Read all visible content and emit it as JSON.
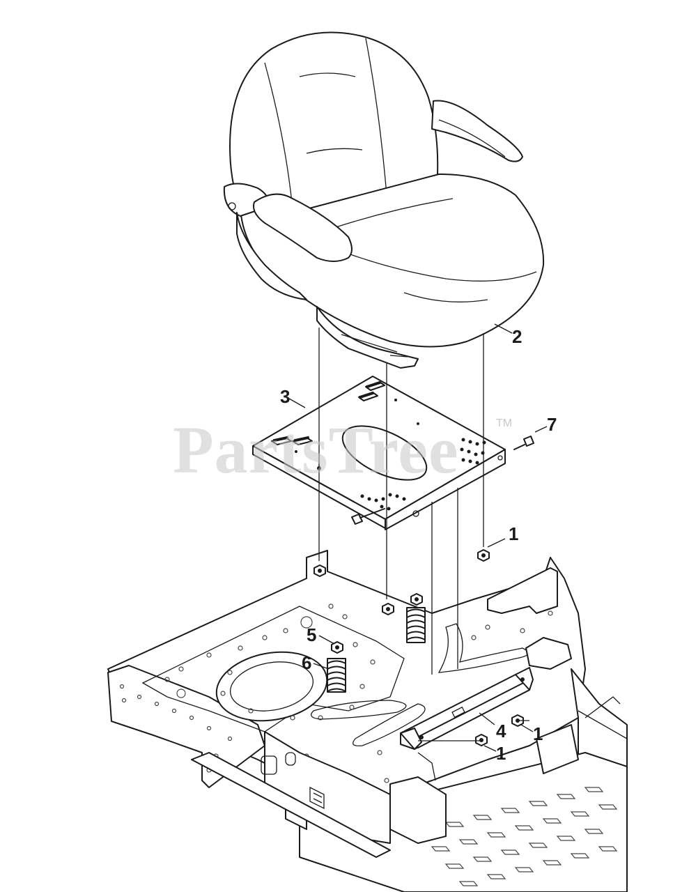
{
  "watermark": {
    "text": "PartsTree",
    "trademark": "TM"
  },
  "callouts": [
    {
      "id": "c1a",
      "label": "1"
    },
    {
      "id": "c1b",
      "label": "1"
    },
    {
      "id": "c1c",
      "label": "1"
    },
    {
      "id": "c2",
      "label": "2"
    },
    {
      "id": "c3",
      "label": "3"
    },
    {
      "id": "c4",
      "label": "4"
    },
    {
      "id": "c5",
      "label": "5"
    },
    {
      "id": "c6",
      "label": "6"
    },
    {
      "id": "c7",
      "label": "7"
    }
  ],
  "parts": [
    {
      "ref": "1",
      "name": "nut"
    },
    {
      "ref": "2",
      "name": "seat"
    },
    {
      "ref": "3",
      "name": "seat-mounting-plate"
    },
    {
      "ref": "4",
      "name": "bracket"
    },
    {
      "ref": "5",
      "name": "nut"
    },
    {
      "ref": "6",
      "name": "spring"
    },
    {
      "ref": "7",
      "name": "bolt"
    }
  ]
}
